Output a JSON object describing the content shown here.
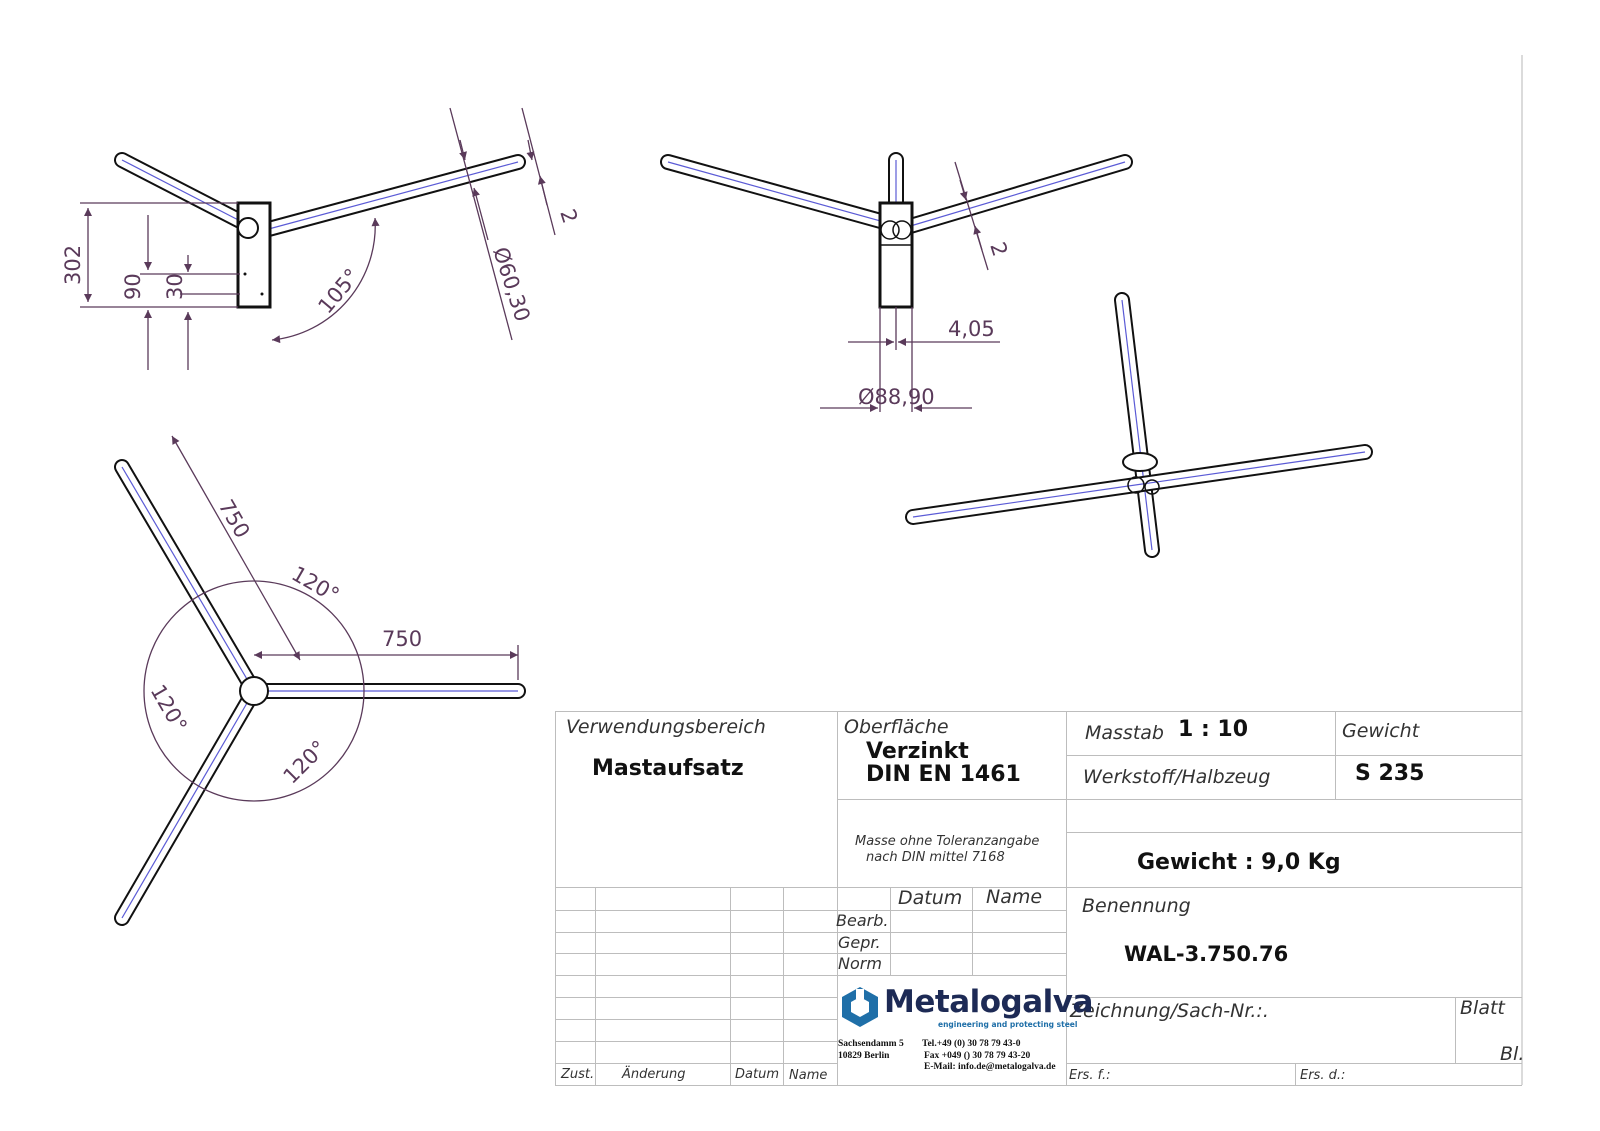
{
  "dimensions": {
    "side_view": {
      "h302": "302",
      "h90": "90",
      "h30": "30",
      "angle": "105°",
      "diameter": "Ø60,30",
      "wall": "2"
    },
    "front_view": {
      "wall": "2",
      "offset": "4,05",
      "diameter": "Ø88,90"
    },
    "top_view": {
      "arm_len_1": "750",
      "arm_len_2": "750",
      "angle_1": "120°",
      "angle_2": "120°",
      "angle_3": "120°"
    }
  },
  "title_block": {
    "verwendungsbereich_label": "Verwendungsbereich",
    "verwendungsbereich_value": "Mastaufsatz",
    "oberflaeche_label": "Oberfläche",
    "oberflaeche_value_1": "Verzinkt",
    "oberflaeche_value_2": "DIN EN 1461",
    "tolerance_note_1": "Masse ohne Toleranzangabe",
    "tolerance_note_2": "nach DIN mittel 7168",
    "masstab_label": "Masstab",
    "masstab_value": "1 : 10",
    "gewicht_label": "Gewicht",
    "werkstoff_label": "Werkstoff/Halbzeug",
    "werkstoff_value": "S 235",
    "gewicht_value": "Gewicht : 9,0 Kg",
    "datum_header": "Datum",
    "name_header": "Name",
    "bearb": "Bearb.",
    "gepr": "Gepr.",
    "norm": "Norm",
    "benennung_label": "Benennung",
    "benennung_value": "WAL-3.750.76",
    "zeichnung_label": "Zeichnung/Sach-Nr.:.",
    "blatt_label": "Blatt",
    "bl_label": "Bl.",
    "ers_f": "Ers. f.:",
    "ers_d": "Ers. d.:",
    "zust": "Zust.",
    "aenderung": "Änderung",
    "datum_footer": "Datum",
    "name_footer": "Name"
  },
  "company": {
    "name": "Metalogalva",
    "tagline": "engineering and protecting steel",
    "address_1": "Sachsendamm 5",
    "address_2": "10829 Berlin",
    "tel": "Tel.+49 (0) 30 78 79 43-0",
    "fax": "Fax +049 () 30 78 79 43-20",
    "email": "E-Mail: info.de@metalogalva.de",
    "brand_color": "#1f6fa8",
    "text_color": "#1d2a55"
  }
}
